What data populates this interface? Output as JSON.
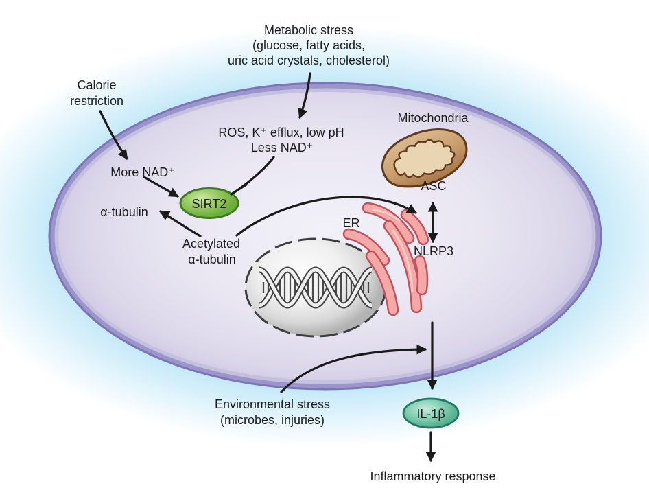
{
  "labels": {
    "metabolic": [
      "Metabolic stress",
      "(glucose, fatty acids,",
      "uric acid crystals, cholesterol)"
    ],
    "calorie": [
      "Calorie",
      "restriction"
    ],
    "stress_signals": [
      "ROS, K⁺ efflux, low pH",
      "Less NAD⁺"
    ],
    "more_nad": "More NAD⁺",
    "alpha_tubulin": "α-tubulin",
    "sirt2": "SIRT2",
    "acetylated": [
      "Acetylated",
      "α-tubulin"
    ],
    "mitochondria": "Mitochondria",
    "asc": "ASC",
    "er": "ER",
    "nlrp3": "NLRP3",
    "environmental": [
      "Environmental stress",
      "(microbes, injuries)"
    ],
    "il1b": "IL-1β",
    "inflammatory": "Inflammatory response"
  },
  "colors": {
    "background": "#FFFFFF",
    "glow": "#C5E9F8",
    "cell_fill_center": "#F2F1F8",
    "cell_fill_edge": "#CCC6E2",
    "membrane_outer": "#7C74B4",
    "membrane_band": "#9C95CB",
    "membrane_inner": "#C6C0E0",
    "sirt2_fill": "#9ACB64",
    "sirt2_highlight": "#CFE9A5",
    "sirt2_border": "#3E7A26",
    "il1b_fill": "#8AD3B6",
    "il1b_highlight": "#C8EBDC",
    "il1b_border": "#1F7A64",
    "er_fill": "#F5A9A7",
    "er_outline": "#BF535D",
    "er_label": "#E4606E",
    "mito_fill_light": "#DEBE95",
    "mito_fill_dark": "#A8764A",
    "mito_inner": "#E9D5B1",
    "mito_outline": "#5E3A1E",
    "mito_label": "#8B4A2D",
    "nucleus_center": "#FCFCFC",
    "nucleus_edge": "#B3B3B3",
    "nucleus_border": "#3D3D3D",
    "dna": "#3F3F3F",
    "arrow": "#1A1A1A",
    "text": "#1C1C1C"
  },
  "relationships": [
    {
      "from": "Calorie restriction",
      "to": "More NAD⁺",
      "type": "arrow"
    },
    {
      "from": "Metabolic stress",
      "to": "ROS, K⁺ efflux, low pH / Less NAD⁺",
      "type": "arrow"
    },
    {
      "from": "More NAD⁺",
      "to": "SIRT2",
      "type": "arrow"
    },
    {
      "from": "ROS, K⁺ efflux, low pH / Less NAD⁺",
      "to": "SIRT2",
      "type": "inhibition"
    },
    {
      "from": "Acetylated α-tubulin",
      "to": "α-tubulin",
      "type": "arrow-via-SIRT2"
    },
    {
      "from": "Acetylated α-tubulin",
      "to": "NLRP3",
      "type": "arrow"
    },
    {
      "from": "ASC",
      "to": "NLRP3",
      "type": "double-arrow"
    },
    {
      "from": "NLRP3",
      "to": "IL-1β",
      "type": "arrow"
    },
    {
      "from": "Environmental stress (microbes, injuries)",
      "to": "NLRP3 / IL-1β axis",
      "type": "arrow"
    },
    {
      "from": "IL-1β",
      "to": "Inflammatory response",
      "type": "arrow"
    }
  ]
}
